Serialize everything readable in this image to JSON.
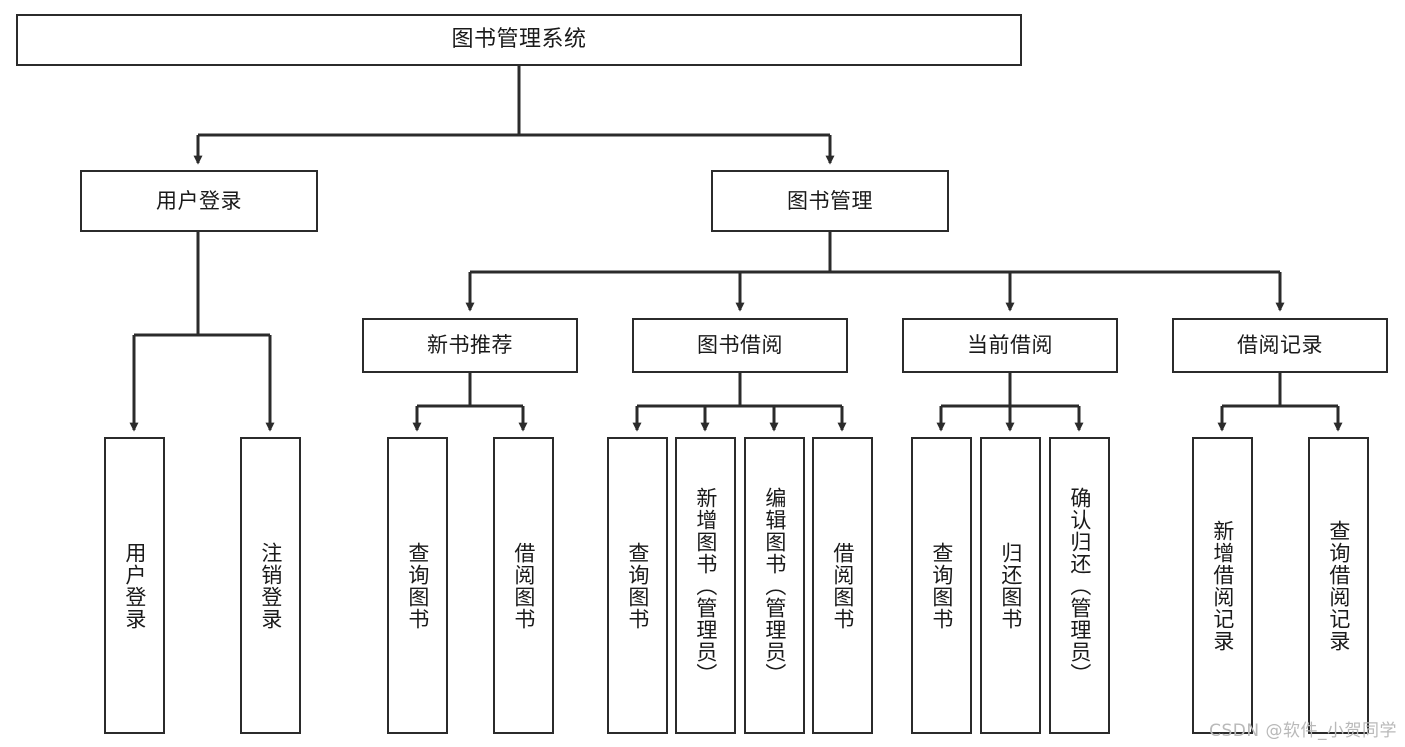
{
  "diagram": {
    "type": "tree-hierarchy",
    "orientation": "top-down",
    "root": {
      "label": "图书管理系统"
    },
    "level1": [
      {
        "label": "用户登录"
      },
      {
        "label": "图书管理"
      }
    ],
    "level2": [
      {
        "label": "新书推荐"
      },
      {
        "label": "图书借阅"
      },
      {
        "label": "当前借阅"
      },
      {
        "label": "借阅记录"
      }
    ],
    "leaves": {
      "user_login": [
        {
          "label": "用户登录"
        },
        {
          "label": "注销登录"
        }
      ],
      "new_book_recommend": [
        {
          "label": "查询图书"
        },
        {
          "label": "借阅图书"
        }
      ],
      "book_borrow": [
        {
          "label": "查询图书"
        },
        {
          "label": "新增图书（管理员）"
        },
        {
          "label": "编辑图书（管理员）"
        },
        {
          "label": "借阅图书"
        }
      ],
      "current_borrow": [
        {
          "label": "查询图书"
        },
        {
          "label": "归还图书"
        },
        {
          "label": "确认归还（管理员）"
        }
      ],
      "borrow_record": [
        {
          "label": "新增借阅记录"
        },
        {
          "label": "查询借阅记录"
        }
      ]
    }
  },
  "watermark": {
    "text": "CSDN @软件_小贺同学"
  },
  "colors": {
    "stroke": "#2b2b2b",
    "fill": "#ffffff",
    "text": "#1a1a1a",
    "watermark": "#b9b9b9"
  }
}
